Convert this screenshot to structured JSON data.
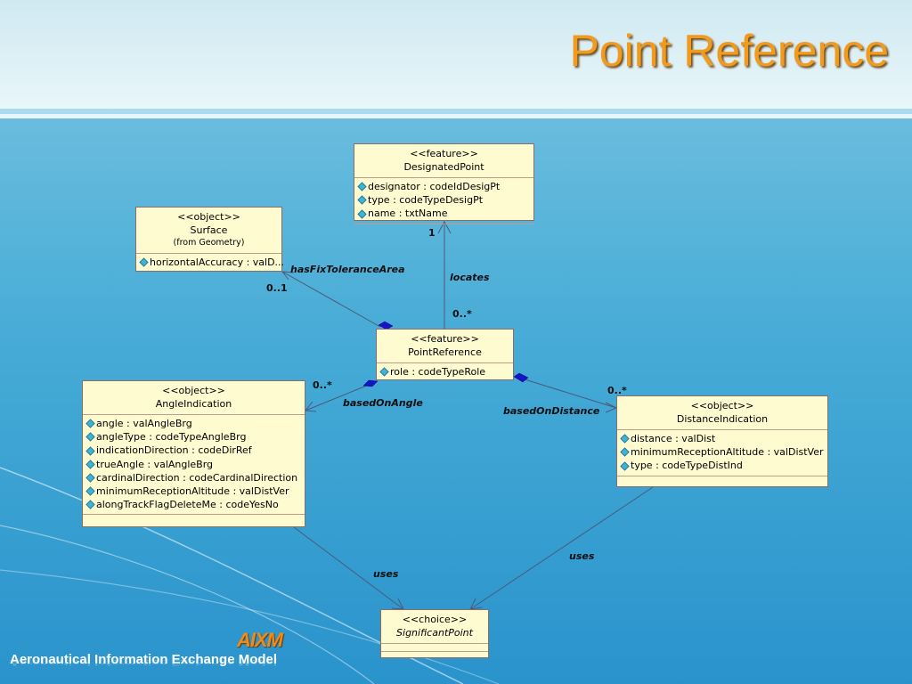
{
  "slide": {
    "title": "Point Reference",
    "logo_text": "AIXM",
    "tagline": "Aeronautical Information Exchange Model"
  },
  "colors": {
    "title": "#f19a1e",
    "box_fill": "#fffbd0",
    "association_line": "#4a5a7a",
    "aggregation_diamond": "#1414c8",
    "attribute_icon": "#38b6d8"
  },
  "classes": {
    "designated_point": {
      "stereotype": "<<feature>>",
      "name": "DesignatedPoint",
      "attributes": [
        "designator : codeIdDesigPt",
        "type : codeTypeDesigPt",
        "name : txtName"
      ]
    },
    "surface": {
      "stereotype": "<<object>>",
      "name": "Surface",
      "origin": "(from Geometry)",
      "attributes": [
        "horizontalAccuracy : valD..."
      ]
    },
    "point_reference": {
      "stereotype": "<<feature>>",
      "name": "PointReference",
      "attributes": [
        "role : codeTypeRole"
      ]
    },
    "angle_indication": {
      "stereotype": "<<object>>",
      "name": "AngleIndication",
      "attributes": [
        "angle : valAngleBrg",
        "angleType : codeTypeAngleBrg",
        "indicationDirection : codeDirRef",
        "trueAngle : valAngleBrg",
        "cardinalDirection : codeCardinalDirection",
        "minimumReceptionAltitude : valDistVer",
        "alongTrackFlagDeleteMe : codeYesNo"
      ]
    },
    "distance_indication": {
      "stereotype": "<<object>>",
      "name": "DistanceIndication",
      "attributes": [
        "distance : valDist",
        "minimumReceptionAltitude : valDistVer",
        "type : codeTypeDistInd"
      ]
    },
    "significant_point": {
      "stereotype": "<<choice>>",
      "name": "SignificantPoint"
    }
  },
  "associations": {
    "locates": {
      "label": "locates",
      "mult_target": "1",
      "mult_source": "0..*"
    },
    "has_fix_tolerance_area": {
      "label": "hasFixToleranceArea",
      "mult_target": "0..1"
    },
    "based_on_angle": {
      "label": "basedOnAngle",
      "mult_target": "0..*"
    },
    "based_on_distance": {
      "label": "basedOnDistance",
      "mult_target": "0..*"
    },
    "uses_angle": {
      "label": "uses"
    },
    "uses_distance": {
      "label": "uses"
    }
  }
}
